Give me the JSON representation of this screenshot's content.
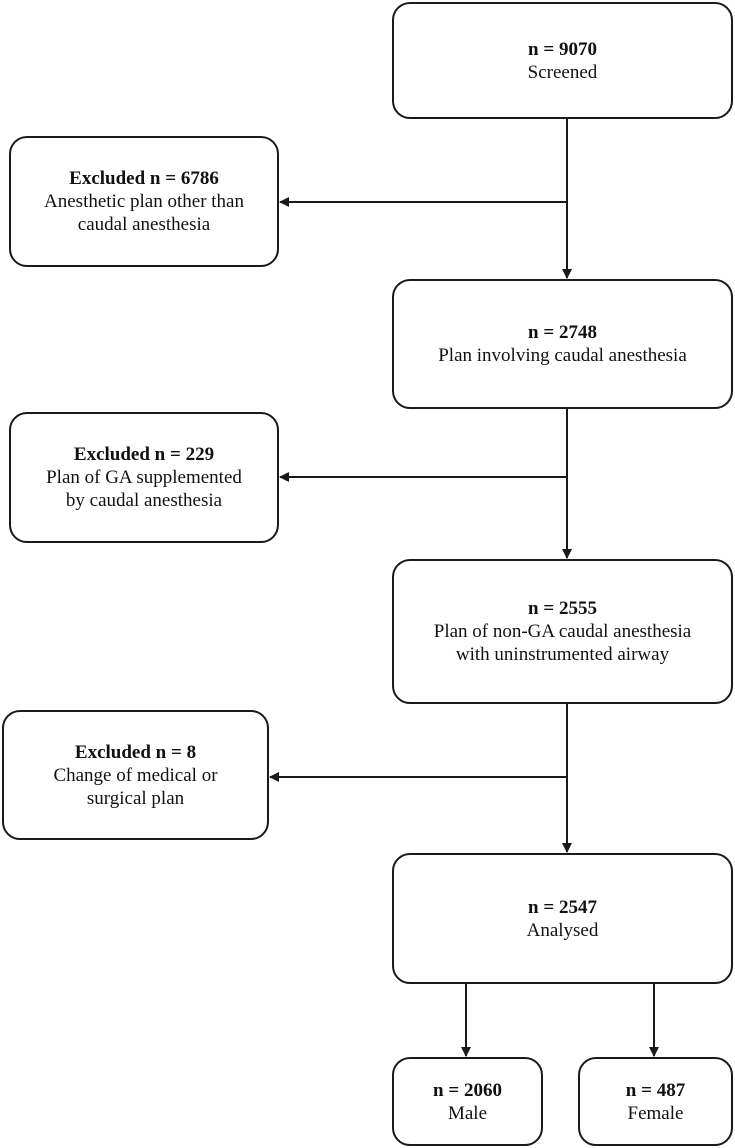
{
  "flowchart": {
    "screened": {
      "count": "n = 9070",
      "label": "Screened"
    },
    "excluded_1": {
      "count": "Excluded n = 6786",
      "label": "Anesthetic plan other than\ncaudal anesthesia"
    },
    "caudal_plan": {
      "count": "n = 2748",
      "label": "Plan involving caudal anesthesia"
    },
    "excluded_2": {
      "count": "Excluded n = 229",
      "label": "Plan of GA supplemented\nby caudal anesthesia"
    },
    "non_ga_plan": {
      "count": "n = 2555",
      "label": "Plan of non-GA caudal anesthesia\nwith uninstrumented airway"
    },
    "excluded_3": {
      "count": "Excluded n = 8",
      "label": "Change of medical or\nsurgical plan"
    },
    "analysed": {
      "count": "n = 2547",
      "label": "Analysed"
    },
    "male": {
      "count": "n = 2060",
      "label": "Male"
    },
    "female": {
      "count": "n = 487",
      "label": "Female"
    }
  }
}
